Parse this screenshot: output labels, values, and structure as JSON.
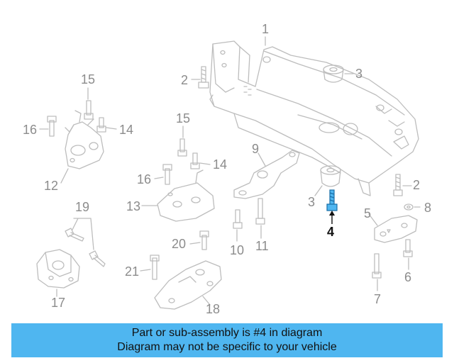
{
  "labels": {
    "p1": "1",
    "p2a": "2",
    "p2b": "2",
    "p3a": "3",
    "p3b": "3",
    "p4": "4",
    "p5": "5",
    "p6": "6",
    "p7": "7",
    "p8": "8",
    "p9": "9",
    "p10": "10",
    "p11": "11",
    "p12": "12",
    "p13": "13",
    "p14a": "14",
    "p14b": "14",
    "p15a": "15",
    "p15b": "15",
    "p16a": "16",
    "p16b": "16",
    "p17": "17",
    "p18": "18",
    "p19": "19",
    "p20": "20",
    "p21": "21"
  },
  "highlighted_part": "4",
  "banner": {
    "line1": "Part or sub-assembly is #4 in diagram",
    "line2": "Diagram may not be specific to your vehicle"
  },
  "colors": {
    "highlight": "#4fb6f0",
    "linework": "#b8b8b8",
    "label": "#8c8c8c"
  }
}
